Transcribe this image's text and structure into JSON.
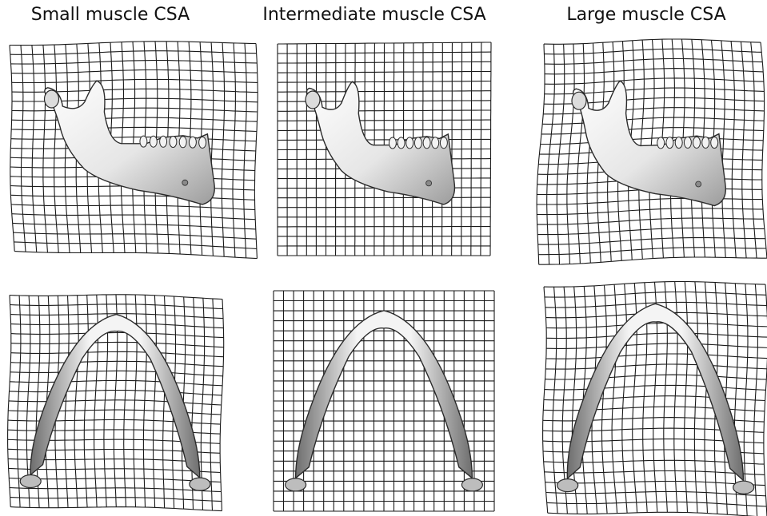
{
  "figure": {
    "columns": [
      {
        "title": "Small muscle CSA"
      },
      {
        "title": "Intermediate muscle CSA"
      },
      {
        "title": "Large muscle CSA"
      }
    ],
    "rows": [
      {
        "view": "lateral"
      },
      {
        "view": "occlusal"
      }
    ],
    "colors": {
      "grid_line": "#1a1a1a",
      "bone_fill": "#ececec",
      "bone_shadow": "#8a8a8a",
      "bone_outline": "#2b2b2b",
      "text": "#111111"
    }
  }
}
